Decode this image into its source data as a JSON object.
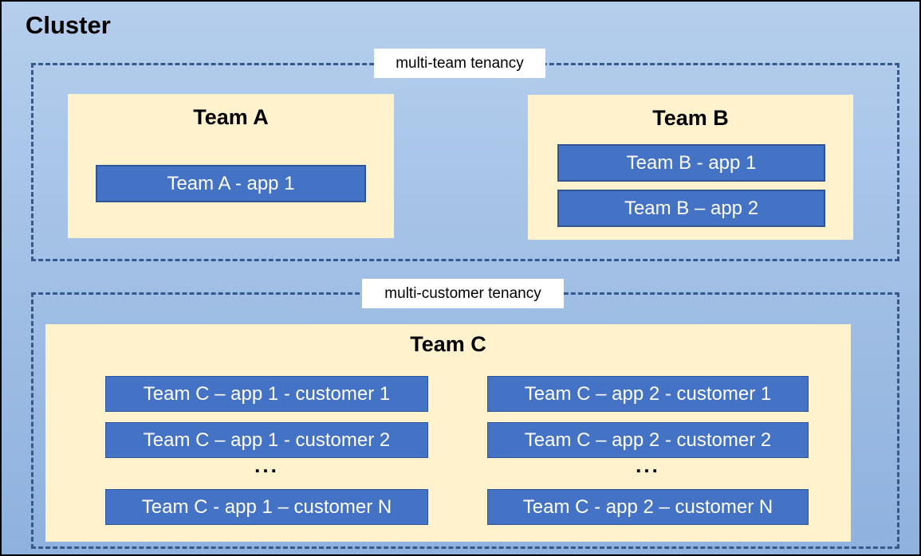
{
  "cluster_title": "Cluster",
  "sections": [
    {
      "label": "multi-team tenancy",
      "teams": [
        {
          "title": "Team A",
          "apps": [
            "Team A - app 1"
          ]
        },
        {
          "title": "Team B",
          "apps": [
            "Team B - app 1",
            "Team B – app 2"
          ]
        }
      ]
    },
    {
      "label": "multi-customer tenancy",
      "teams": [
        {
          "title": "Team C",
          "columns": [
            {
              "apps": [
                "Team C – app 1 - customer 1",
                "Team C – app 1 - customer 2"
              ],
              "ellipsis": "...",
              "app_n": "Team C - app 1 – customer N"
            },
            {
              "apps": [
                "Team C – app 2 - customer 1",
                "Team C – app 2 - customer 2"
              ],
              "ellipsis": "...",
              "app_n": "Team C - app 2 – customer N"
            }
          ]
        }
      ]
    }
  ],
  "colors": {
    "canvas_bg_top": "#B5CEEC",
    "canvas_bg_bottom": "#8EB1DE",
    "dashed_border": "#35598F",
    "team_bg": "#FFF2CC",
    "app_fill": "#4472C4",
    "app_border": "#2F5597",
    "label_bg": "#FFFFFF",
    "title_color": "#000000",
    "app_text": "#FFFFFF",
    "outer_border": "#000000"
  }
}
